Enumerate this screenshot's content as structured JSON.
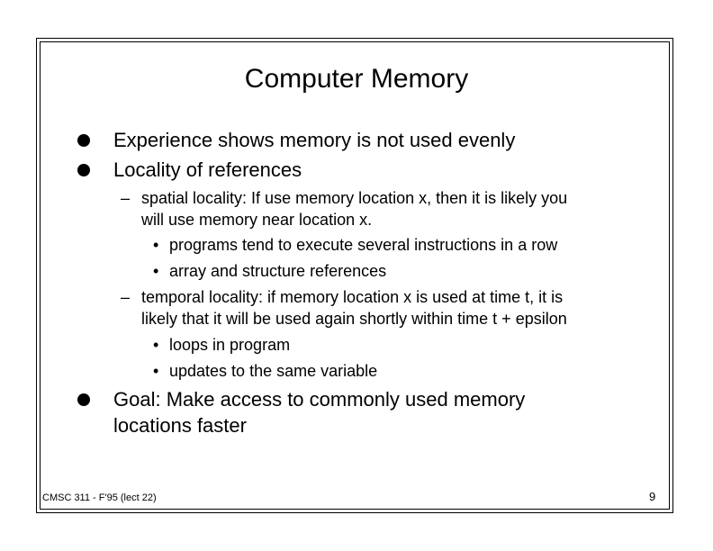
{
  "slide": {
    "title": "Computer Memory",
    "bullet1": "Experience shows memory is not used evenly",
    "bullet2": "Locality of references",
    "dash_glyph": "–",
    "dot_glyph": "•",
    "spatial_line1": "spatial locality:  If use memory location x, then it is likely you",
    "spatial_line2": "will use memory near location x.",
    "spatial_sub1": "programs tend to execute several instructions in a row",
    "spatial_sub2": "array and structure references",
    "temporal_line1": "temporal locality: if memory location x is used at time t, it is",
    "temporal_line2": "likely that it will be used again shortly within time t + epsilon",
    "temporal_sub1": "loops in program",
    "temporal_sub2": "updates to the same variable",
    "bullet3_line1": "Goal: Make access to commonly used memory",
    "bullet3_line2": "locations faster"
  },
  "footer": {
    "course": "CMSC 311 - F'95 (lect 22)",
    "page_number": "9"
  }
}
